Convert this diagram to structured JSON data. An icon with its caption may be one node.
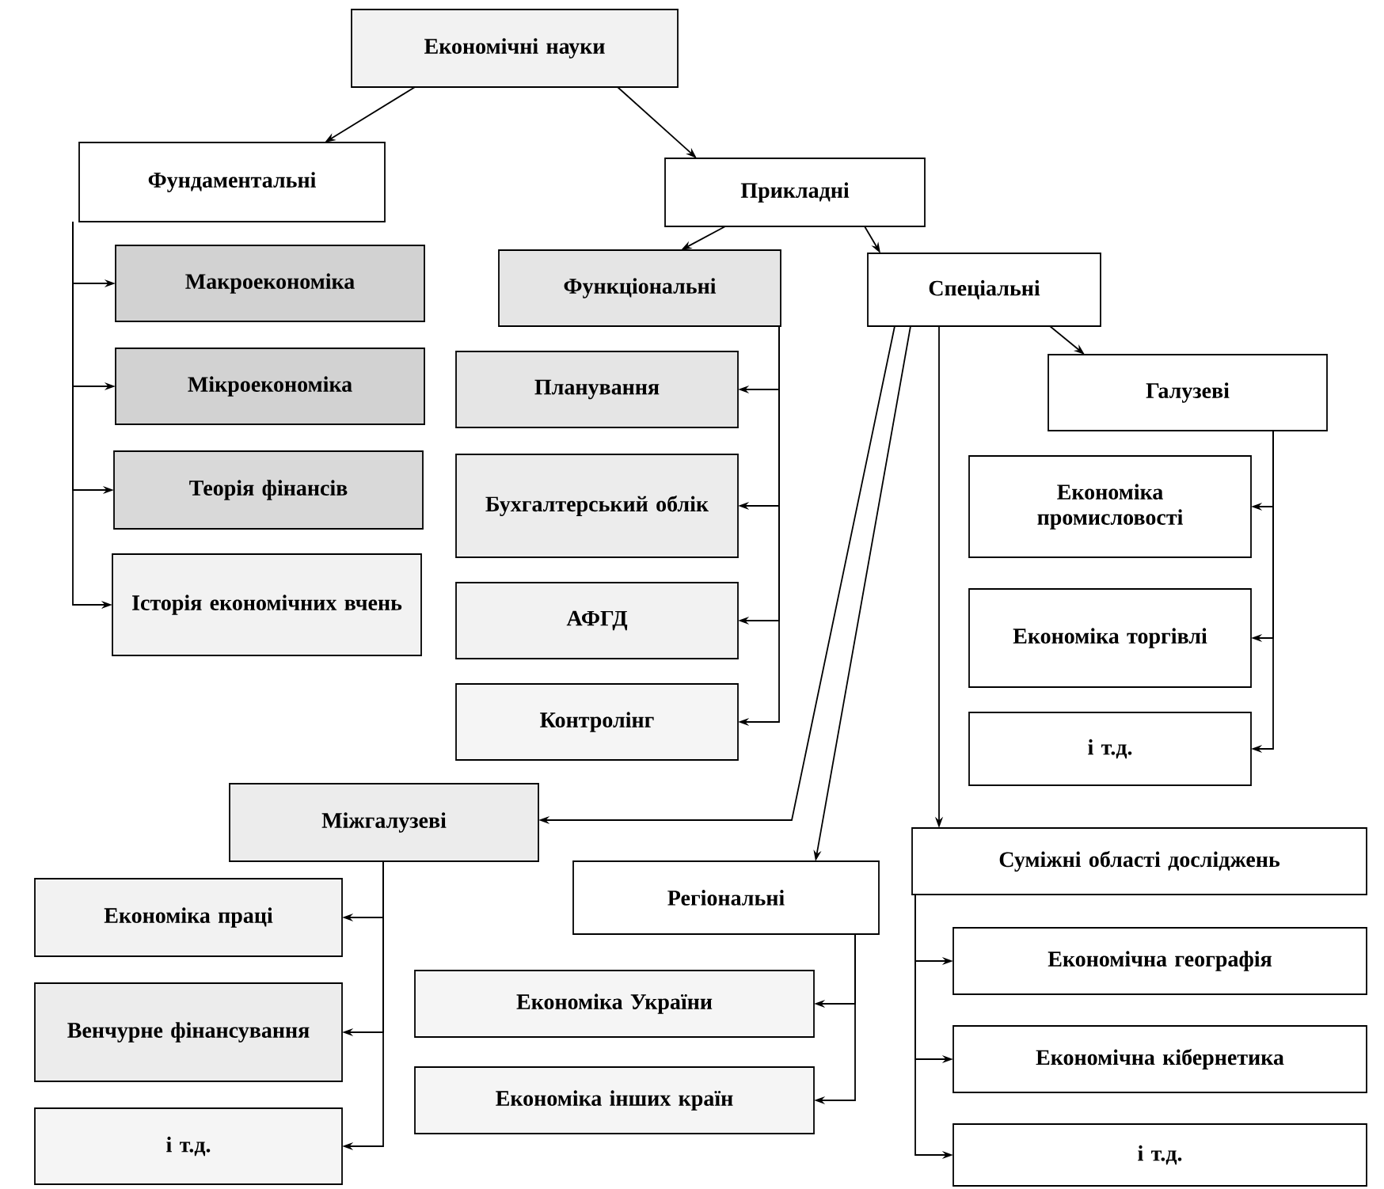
{
  "diagram": {
    "nodes": [
      {
        "text": [
          "Економічні науки"
        ]
      },
      {
        "text": [
          "Фундаментальні"
        ]
      },
      {
        "text": [
          "Прикладні"
        ]
      },
      {
        "text": [
          "Макроекономіка"
        ]
      },
      {
        "text": [
          "Мікроекономіка"
        ]
      },
      {
        "text": [
          "Теорія фінансів"
        ]
      },
      {
        "text": [
          "Історія економічних вчень"
        ]
      },
      {
        "text": [
          "Функціональні"
        ]
      },
      {
        "text": [
          "Спеціальні"
        ]
      },
      {
        "text": [
          "Планування"
        ]
      },
      {
        "text": [
          "Бухгалтерський облік"
        ]
      },
      {
        "text": [
          "АФГД"
        ]
      },
      {
        "text": [
          "Контролінг"
        ]
      },
      {
        "text": [
          "Галузеві"
        ]
      },
      {
        "text": [
          "Економіка промисловості"
        ]
      },
      {
        "text": [
          "Економіка торгівлі"
        ]
      },
      {
        "text": [
          "і т.д."
        ]
      },
      {
        "text": [
          "Міжгалузеві"
        ]
      },
      {
        "text": [
          "Регіональні"
        ]
      },
      {
        "text": [
          "Суміжні області досліджень"
        ]
      },
      {
        "text": [
          "Економіка праці"
        ]
      },
      {
        "text": [
          "Венчурне фінансування"
        ]
      },
      {
        "text": [
          "і т.д."
        ]
      },
      {
        "text": [
          "Економіка України"
        ]
      },
      {
        "text": [
          "Економіка інших країн"
        ]
      },
      {
        "text": [
          "Економічна географія"
        ]
      },
      {
        "text": [
          "Економічна кібернетика"
        ]
      },
      {
        "text": [
          "і т.д."
        ]
      }
    ],
    "edges": [
      {
        "from": 0,
        "to": 1,
        "arrow": "to"
      },
      {
        "from": 0,
        "to": 2,
        "arrow": "to"
      },
      {
        "from": 2,
        "to": 7,
        "arrow": "to"
      },
      {
        "from": 2,
        "to": 8,
        "arrow": "to"
      },
      {
        "from": 1,
        "to": 3,
        "arrow": "to"
      },
      {
        "from": 1,
        "to": 4,
        "arrow": "to"
      },
      {
        "from": 1,
        "to": 5,
        "arrow": "to"
      },
      {
        "from": 1,
        "to": 6,
        "arrow": "to"
      },
      {
        "from": 7,
        "to": 9,
        "arrow": "to"
      },
      {
        "from": 7,
        "to": 10,
        "arrow": "to"
      },
      {
        "from": 7,
        "to": 11,
        "arrow": "to"
      },
      {
        "from": 7,
        "to": 12,
        "arrow": "to"
      },
      {
        "from": 8,
        "to": 13,
        "arrow": "to"
      },
      {
        "from": 13,
        "to": 14,
        "arrow": "to"
      },
      {
        "from": 13,
        "to": 15,
        "arrow": "to"
      },
      {
        "from": 13,
        "to": 16,
        "arrow": "to"
      },
      {
        "from": 8,
        "to": 17,
        "arrow": "to"
      },
      {
        "from": 8,
        "to": 18,
        "arrow": "to"
      },
      {
        "from": 8,
        "to": 19,
        "arrow": "to"
      },
      {
        "from": 17,
        "to": 20,
        "arrow": "to"
      },
      {
        "from": 17,
        "to": 21,
        "arrow": "to"
      },
      {
        "from": 17,
        "to": 22,
        "arrow": "to"
      },
      {
        "from": 18,
        "to": 23,
        "arrow": "to"
      },
      {
        "from": 18,
        "to": 24,
        "arrow": "to"
      },
      {
        "from": 19,
        "to": 25,
        "arrow": "to"
      },
      {
        "from": 19,
        "to": 26,
        "arrow": "to"
      },
      {
        "from": 19,
        "to": 27,
        "arrow": "to"
      }
    ]
  }
}
